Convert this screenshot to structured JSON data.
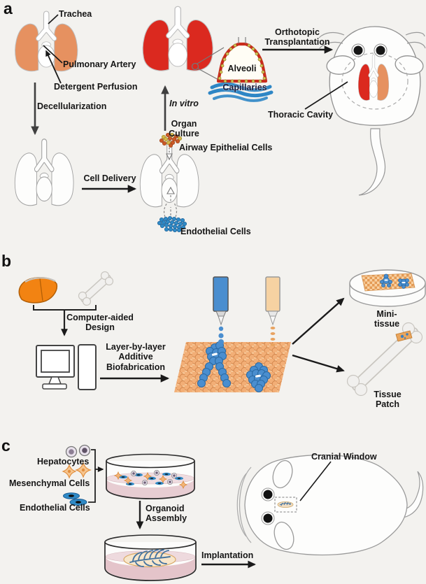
{
  "figure_background": "#f3f2ef",
  "panels": {
    "a": {
      "label": "a",
      "trachea_label": "Trachea",
      "pulmonary_artery_label": "Pulmonary Artery",
      "detergent_perfusion_label": "Detergent Perfusion",
      "decellularization_label": "Decellularization",
      "cell_delivery_label": "Cell Delivery",
      "airway_epithelial_cells_label": "Airway Epithelial Cells",
      "endothelial_cells_label": "Endothelial Cells",
      "in_vitro_label": "In vitro",
      "organ_culture_label": "Organ\nCulture",
      "alveoli_label": "Alveoli",
      "capillaries_label": "Capillaries",
      "orthotopic_transplantation_label": "Orthotopic\nTransplantation",
      "thoracic_cavity_label": "Thoracic Cavity"
    },
    "b": {
      "label": "b",
      "computer_aided_design_label": "Computer-aided\nDesign",
      "layer_by_layer_label": "Layer-by-layer\nAdditive\nBiofabrication",
      "mini_tissue_label": "Mini-tissue",
      "tissue_patch_label": "Tissue Patch"
    },
    "c": {
      "label": "c",
      "hepatocytes_label": "Hepatocytes",
      "mesenchymal_cells_label": "Mesenchymal Cells",
      "endothelial_cells_label": "Endothelial Cells",
      "organoid_assembly_label": "Organoid\nAssembly",
      "implantation_label": "Implantation",
      "cranial_window_label": "Cranial Window"
    }
  },
  "colors": {
    "native_lung": "#e69160",
    "decellularized_lung": "#fdfdfc",
    "cultured_lung": "#db291f",
    "endothelial_blue": "#2f8ac6",
    "epithelial_orange": "#cc5a28",
    "epithelial_yellow": "#d6b44a",
    "liver_orange": "#f28312",
    "bioink_blue": "#4a8ecf",
    "bioink_tan": "#e8a361",
    "cell_sheet_orange": "#f2ae76",
    "culture_medium_pink": "#e7cdd2",
    "arrow_black": "#1a1a1a"
  }
}
